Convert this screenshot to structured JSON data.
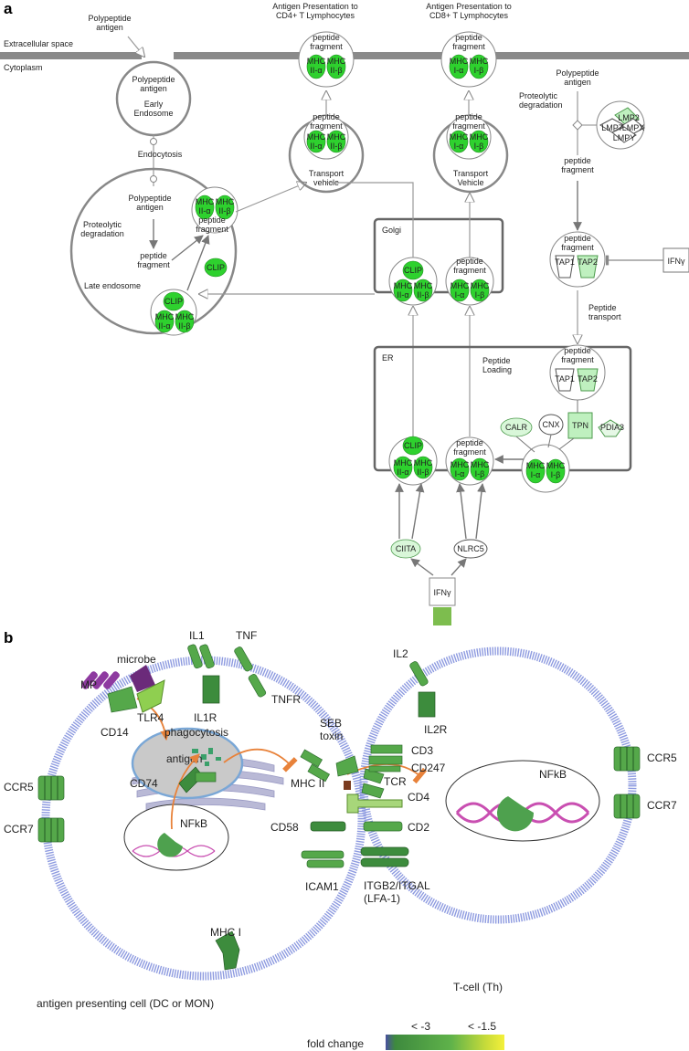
{
  "panels": {
    "a": "a",
    "b": "b"
  },
  "panel_a": {
    "membrane": {
      "extracellular": "Extracellular space",
      "cytoplasm": "Cytoplasm"
    },
    "headers": {
      "cd4": "Antigen Presentation to\nCD4+ T Lymphocytes",
      "cd8": "Antigen Presentation to\nCD8+ T Lymphocytes"
    },
    "labels": {
      "polypeptide_antigen": "Polypeptide\nantigen",
      "early_endosome": "Early\nEndosome",
      "endocytosis": "Endocytosis",
      "proteolytic_degradation": "Proteolytic\ndegradation",
      "peptide_fragment": "peptide\nfragment",
      "late_endosome": "Late endosome",
      "transport_vehicle_1": "Transport\nvehicle",
      "transport_vehicle_2": "Transport\nVehicle",
      "golgi": "Golgi",
      "er": "ER",
      "peptide_loading": "Peptide\nLoading",
      "peptide_transport": "Peptide\ntransport"
    },
    "molecules": {
      "mhc2a": "MHC\nII-α",
      "mhc2b": "MHC\nII-β",
      "mhc1a": "MHC\nI-α",
      "mhc1b": "MHC\nI-β",
      "clip": "CLIP",
      "lmp2": "LMP2",
      "lmp7": "LMP7",
      "lmpx": "LMPX",
      "lmpy": "LMPY",
      "tap1": "TAP1",
      "tap2": "TAP2",
      "ifng": "IFNγ",
      "calr": "CALR",
      "cnx": "CNX",
      "tpn": "TPN",
      "pdia3": "PDIA3",
      "ciita": "CIITA",
      "nlrc5": "NLRC5"
    }
  },
  "panel_b": {
    "labels": {
      "il1": "IL1",
      "tnf": "TNF",
      "microbe": "microbe",
      "mp": "MP",
      "il1r": "IL1R",
      "tnfr": "TNFR",
      "cd14": "CD14",
      "tlr4": "TLR4",
      "phagocytosis": "phagocytosis",
      "antigen": "antigen",
      "cd74": "CD74",
      "nfkb": "NFkB",
      "ccr5": "CCR5",
      "ccr7": "CCR7",
      "seb_toxin": "SEB\ntoxin",
      "mhc2": "MHC II",
      "cd3": "CD3",
      "cd247": "CD247",
      "tcr": "TCR",
      "cd4": "CD4",
      "cd58": "CD58",
      "cd2": "CD2",
      "icam1": "ICAM1",
      "itgb2": "ITGB2/ITGAL\n(LFA-1)",
      "mhc1": "MHC I",
      "il2": "IL2",
      "il2r": "IL2R",
      "apc": "antigen presenting cell (DC or MON)",
      "tcell": "T-cell (Th)"
    },
    "legend": {
      "title": "fold change",
      "tick1": "< -3",
      "tick2": "< -1.5",
      "colors": [
        "#4a4fa0",
        "#3e8a3e",
        "#5fb24a",
        "#c9dc3a",
        "#f4f03a"
      ]
    }
  }
}
